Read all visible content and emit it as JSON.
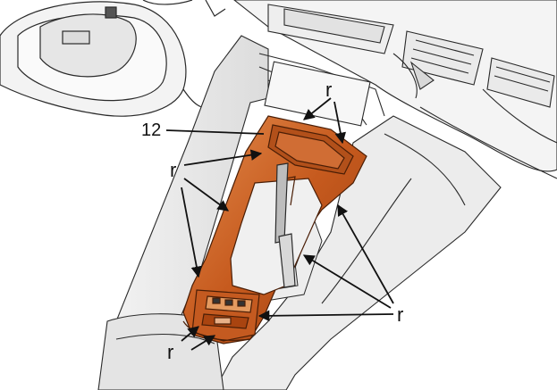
{
  "diagram": {
    "part_number_label": "12",
    "fastener_label": "r",
    "labels": [
      {
        "id": "part-12",
        "text": "12"
      },
      {
        "id": "r-top",
        "text": "r"
      },
      {
        "id": "r-left",
        "text": "r"
      },
      {
        "id": "r-right",
        "text": "r"
      },
      {
        "id": "r-bottom",
        "text": "r"
      }
    ],
    "colors": {
      "console_panel": "#c65a1e",
      "console_panel_light": "#e08a4a",
      "console_panel_dark": "#8f3a10",
      "line_art": "#2a2a2a",
      "background": "#ffffff"
    }
  }
}
